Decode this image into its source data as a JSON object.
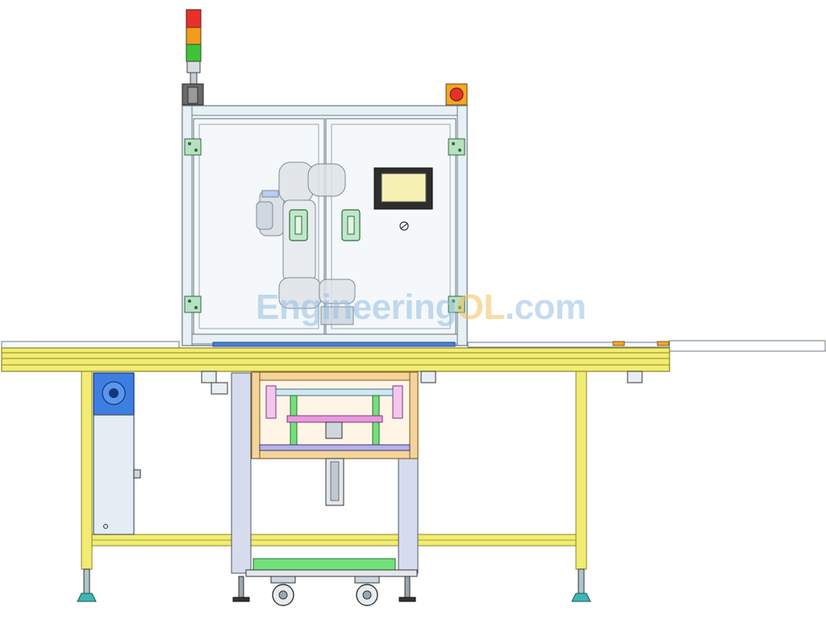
{
  "watermark": {
    "text_a": "Engineering",
    "text_b": "OL",
    "text_c": ".com"
  },
  "colors": {
    "frame": "#e6f0f5",
    "frame_stroke": "#6b7a86",
    "yellow": "#f2ec73",
    "yellow_stroke": "#8a8520",
    "blue_motor": "#3d7fe0",
    "pink": "#e79ae0",
    "green": "#74e07a",
    "lilac": "#b7b2e8",
    "orange_box": "#f5d49a",
    "light_red": "#e8302a",
    "light_amber": "#f39b1c",
    "light_green": "#3fc23a",
    "screen": "#f7f1b4",
    "estop": "#f5a623"
  },
  "icons": [
    "signal-tower-icon",
    "emergency-stop-icon",
    "touchscreen-hmi-icon",
    "robot-arm-icon",
    "caster-wheel-icon",
    "leveling-foot-icon"
  ]
}
